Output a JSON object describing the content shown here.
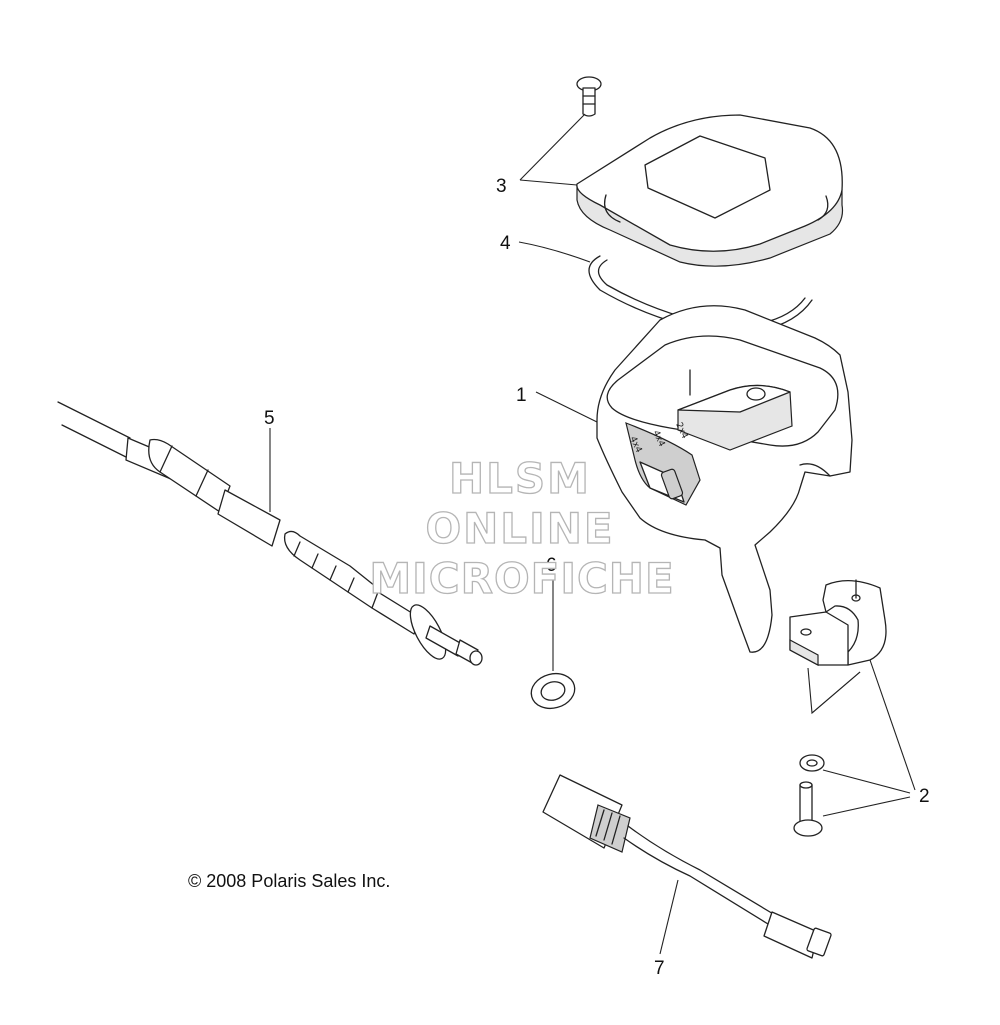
{
  "callouts": {
    "c1": "1",
    "c2": "2",
    "c3": "3",
    "c4": "4",
    "c5": "5",
    "c6": "6",
    "c7": "7"
  },
  "copyright": "© 2008 Polaris Sales Inc.",
  "watermark": {
    "line1": "HLSM",
    "line2": "ONLINE",
    "line3": "MICROFICHE"
  },
  "switch_labels": {
    "left": "4x4",
    "middle": "4x4",
    "right": "2x4"
  }
}
